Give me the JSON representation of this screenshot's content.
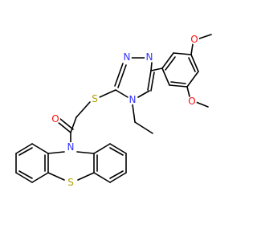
{
  "colors": {
    "nitrogen": "#3333ff",
    "oxygen": "#ff0d0d",
    "sulfur": "#b2a000",
    "carbon": "#000000"
  },
  "atoms": {
    "n_triazole_1": "N",
    "n_triazole_2": "N",
    "n_triazole_4": "N",
    "s_thioether": "S",
    "o_carbonyl": "O",
    "n_phenothiazine": "N",
    "s_phenothiazine": "S",
    "o_methoxy_top": "O",
    "o_methoxy_bottom": "O"
  }
}
